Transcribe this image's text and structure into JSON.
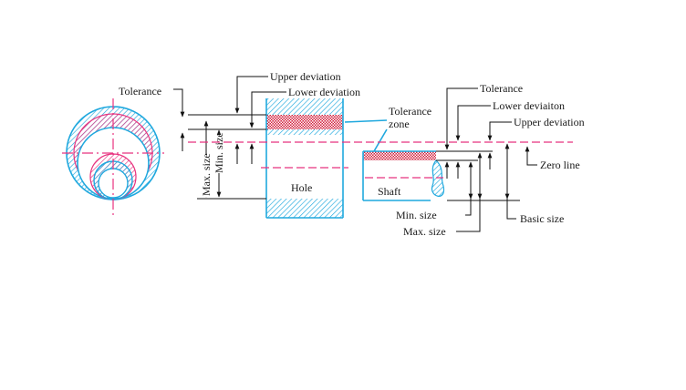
{
  "labels": {
    "tolerance_left": "Tolerance",
    "upper_deviation_hole": "Upper deviation",
    "lower_deviation_hole": "Lower deviation",
    "tolerance_zone_line1": "Tolerance",
    "tolerance_zone_line2": "zone",
    "max_size_hole": "Max. size",
    "min_size_hole": "Min. size",
    "hole": "Hole",
    "shaft": "Shaft",
    "tolerance_right": "Tolerance",
    "lower_deviation_shaft": "Lower deviaiton",
    "upper_deviation_shaft": "Upper deviation",
    "zero_line": "Zero line",
    "min_size_shaft": "Min. size",
    "max_size_shaft": "Max. size",
    "basic_size": "Basic size"
  },
  "colors": {
    "hatch_blue": "#1fa8de",
    "hatch_pink": "#e8337f",
    "zone_red": "#d21f3c",
    "line_black": "#111111"
  }
}
